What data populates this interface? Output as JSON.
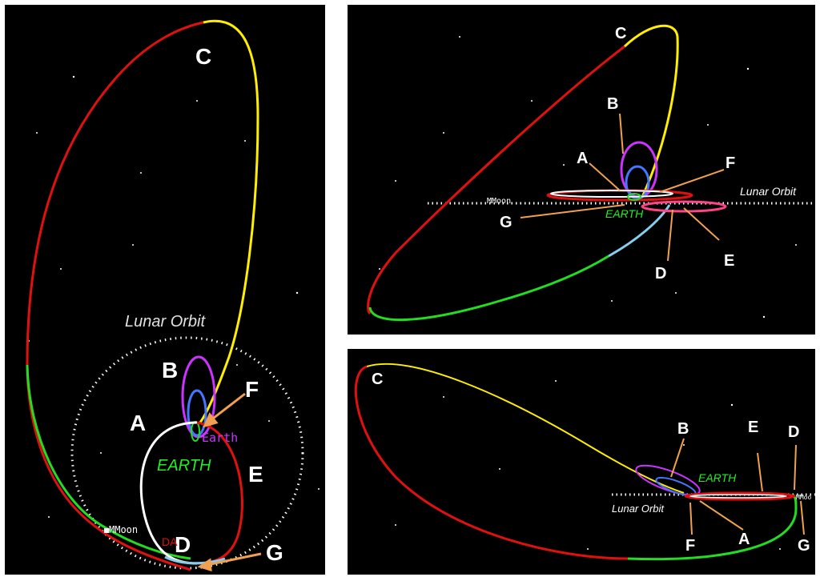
{
  "panels": {
    "left": {
      "labels": {
        "A": "A",
        "B": "B",
        "C": "C",
        "D": "D",
        "E": "E",
        "F": "F",
        "G": "G"
      },
      "lunar_orbit": "Lunar Orbit",
      "earth_big": "EARTH",
      "earth_small": "Earth",
      "moon": "MMoon",
      "da_text": "DA"
    },
    "top_right": {
      "labels": {
        "A": "A",
        "B": "B",
        "C": "C",
        "D": "D",
        "E": "E",
        "F": "F",
        "G": "G"
      },
      "lunar_orbit": "Lunar Orbit",
      "earth": "EARTH",
      "moon": "MMoon"
    },
    "bottom_right": {
      "labels": {
        "A": "A",
        "B": "B",
        "C": "C",
        "D": "D",
        "E": "E",
        "F": "F",
        "G": "G"
      },
      "lunar_orbit": "Lunar Orbit",
      "earth": "EARTH",
      "moon": "MMoo"
    }
  },
  "colors": {
    "background": "#000000",
    "red": "#e01010",
    "yellow": "#ffee00",
    "green": "#22dd22",
    "magenta": "#cc33ff",
    "blue": "#4477ff",
    "light_blue": "#88ccee",
    "white": "#ffffff",
    "orange_arrow": "#f0a050",
    "earth_green": "#22ee22"
  }
}
